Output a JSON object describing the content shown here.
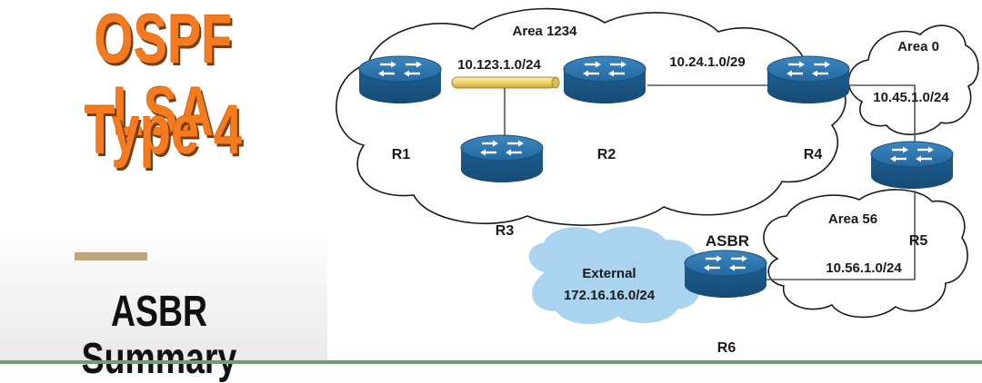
{
  "header": {
    "title_line1": "OSPF LSA",
    "title_line2": "Type 4",
    "subtitle": "ASBR Summary"
  },
  "colors": {
    "title": "#f47b20",
    "router": "#1f5f92",
    "external_cloud": "#a9d3ef",
    "serial_link": "#f1d36b"
  },
  "diagram": {
    "areas": {
      "area1234": "Area 1234",
      "area0": "Area 0",
      "area56": "Area 56"
    },
    "subnets": {
      "r1_r2": "10.123.1.0/24",
      "r2_r4": "10.24.1.0/29",
      "r4_r5": "10.45.1.0/24",
      "r5_r6": "10.56.1.0/24"
    },
    "external": {
      "label": "External",
      "subnet": "172.16.16.0/24"
    },
    "routers": {
      "r1": "R1",
      "r2": "R2",
      "r3": "R3",
      "r4": "R4",
      "r5": "R5",
      "r6": "R6",
      "asbr": "ASBR"
    }
  }
}
